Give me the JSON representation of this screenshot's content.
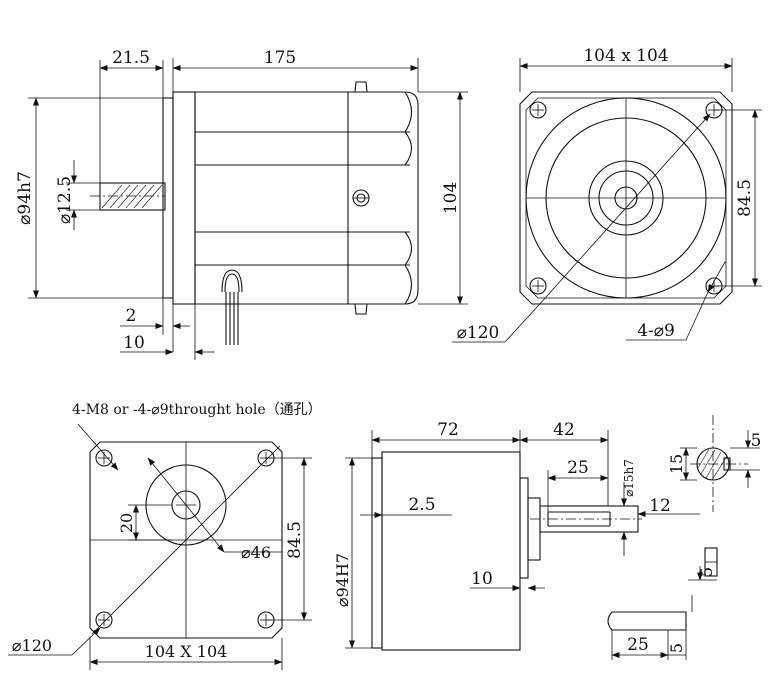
{
  "diagram": {
    "side_view": {
      "dim_flange_length": "21.5",
      "dim_body_length": "175",
      "dim_pilot_diameter": "⌀94h7",
      "dim_shaft_diameter": "⌀12.5",
      "dim_height": "104",
      "dim_pilot_step": "2",
      "dim_flange_thickness": "10"
    },
    "front_view": {
      "dim_width": "104 x 104",
      "dim_bolt_spacing": "84.5",
      "dim_bolt_circle": "⌀120",
      "dim_holes": "4-⌀9"
    },
    "gearbox_front": {
      "note_holes": "4-M8 or -4-⌀9throught hole（通孔）",
      "dim_shaft_offset": "20",
      "dim_boss": "⌀46",
      "dim_bolt_spacing": "84.5",
      "dim_bolt_circle": "⌀120",
      "dim_width": "104 X 104"
    },
    "gearbox_side": {
      "dim_body_length": "72",
      "dim_shaft_length": "42",
      "dim_key_length": "25",
      "dim_shaft_diameter": "⌀15h7",
      "dim_pilot_step": "2.5",
      "dim_shaft_extension": "12",
      "dim_pilot_diameter": "⌀94H7",
      "dim_flange_thickness": "10"
    },
    "shaft_section": {
      "dim_key_width": "5",
      "dim_key_depth": "15"
    },
    "key_detail": {
      "dim_key_height": "5",
      "dim_key_length": "25",
      "dim_key_thickness": "5"
    }
  }
}
